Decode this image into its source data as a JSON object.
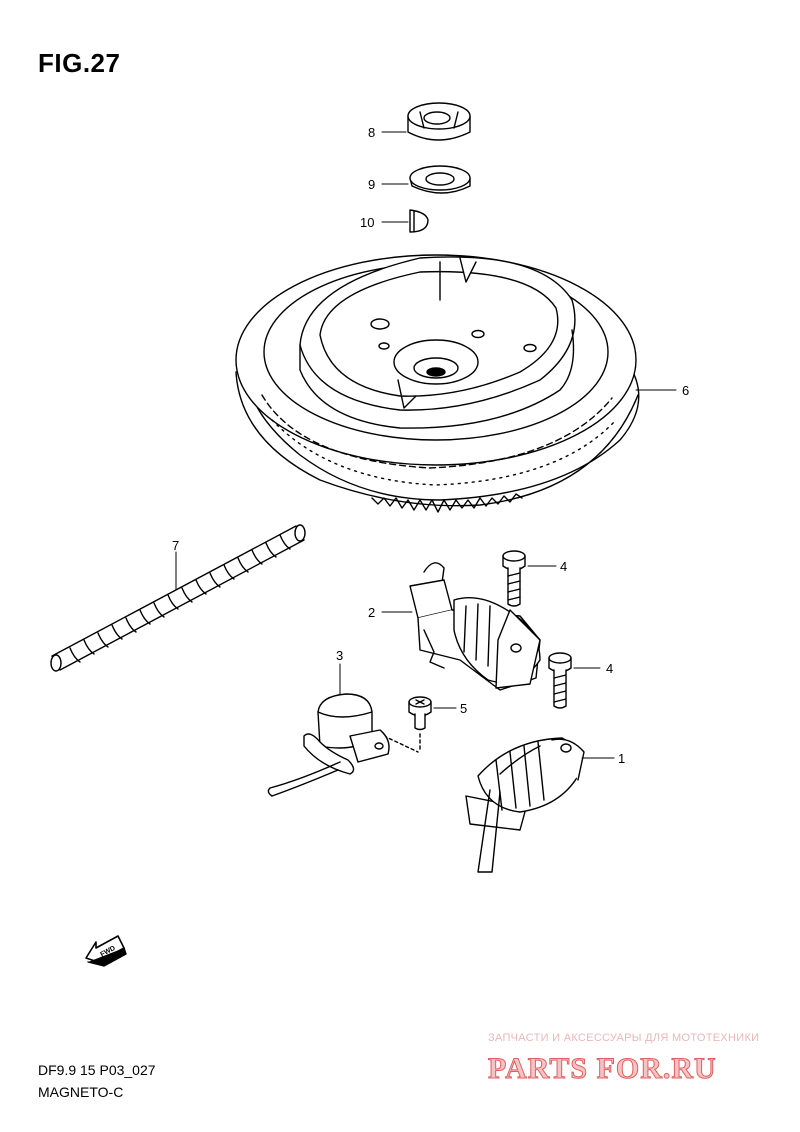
{
  "figure": {
    "title": "FIG.27"
  },
  "callouts": {
    "p1": "1",
    "p2": "2",
    "p3": "3",
    "p4a": "4",
    "p4b": "4",
    "p5": "5",
    "p6": "6",
    "p7": "7",
    "p8": "8",
    "p9": "9",
    "p10": "10"
  },
  "fwd_arrow": {
    "label": "FWD",
    "icon": "fwd-arrow-icon"
  },
  "footer": {
    "code": "DF9.9 15 P03_027",
    "name": "MAGNETO-C"
  },
  "watermark": {
    "tagline": "ЗАПЧАСТИ И АКСЕССУАРЫ ДЛЯ МОТОТЕХНИКИ",
    "logo_text": "PARTS FOR.RU",
    "color": "#e06060"
  }
}
